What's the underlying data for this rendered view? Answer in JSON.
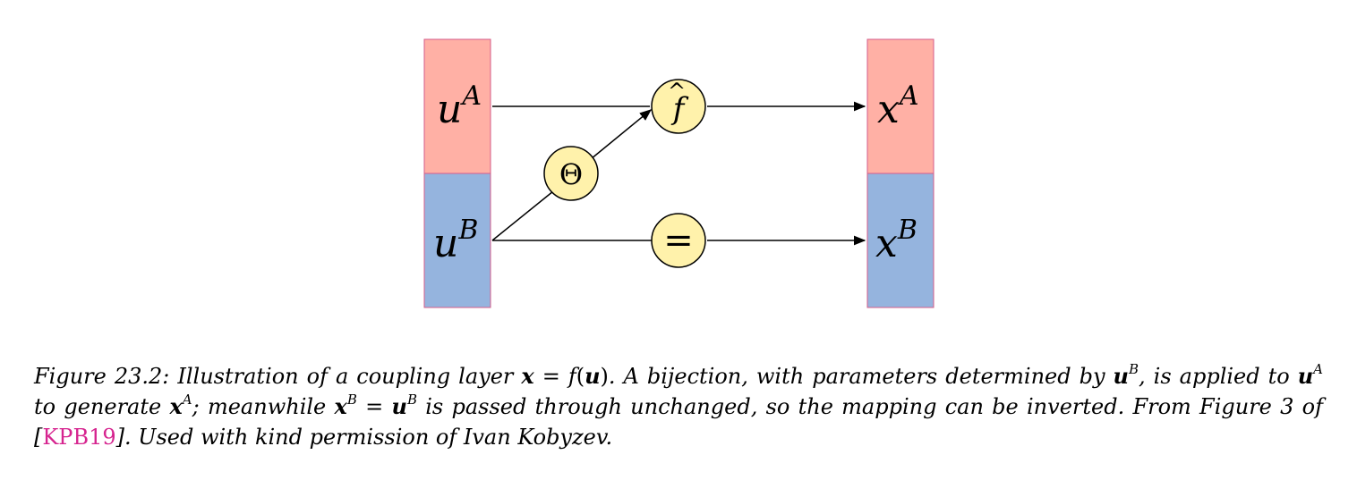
{
  "diagram": {
    "input_a": {
      "base": "u",
      "sup": "A"
    },
    "input_b": {
      "base": "u",
      "sup": "B"
    },
    "output_a": {
      "base": "x",
      "sup": "A"
    },
    "output_b": {
      "base": "x",
      "sup": "B"
    },
    "node_bijection": {
      "base": "f",
      "accent": "^"
    },
    "node_params": "Θ",
    "node_identity": "=",
    "colors": {
      "block_a": "#ffb0a5",
      "block_b": "#95b4de",
      "node_fill": "#fff2ab",
      "block_border": "#d65c8a"
    }
  },
  "caption": {
    "lead": "Figure 23.2: Illustration of a coupling layer ",
    "eq_x": "x",
    "eq_eq": " = ",
    "eq_f": "f",
    "eq_open": "(",
    "eq_u": "u",
    "eq_close": ")",
    "t1": ". A bijection, with parameters determined by ",
    "u_b": "u",
    "u_b_sup": "B",
    "t2": ", is applied to ",
    "u_a": "u",
    "u_a_sup": "A",
    "t3": " to generate ",
    "x_a": "x",
    "x_a_sup": "A",
    "t4": "; meanwhile ",
    "x_b": "x",
    "x_b_sup": "B",
    "t5": " = ",
    "u_b2": "u",
    "u_b2_sup": "B",
    "t6": " is passed through unchanged, so the mapping can be inverted. From Figure 3 of [",
    "citation": "KPB19",
    "t7": "]. Used with kind permission of Ivan Kobyzev."
  }
}
